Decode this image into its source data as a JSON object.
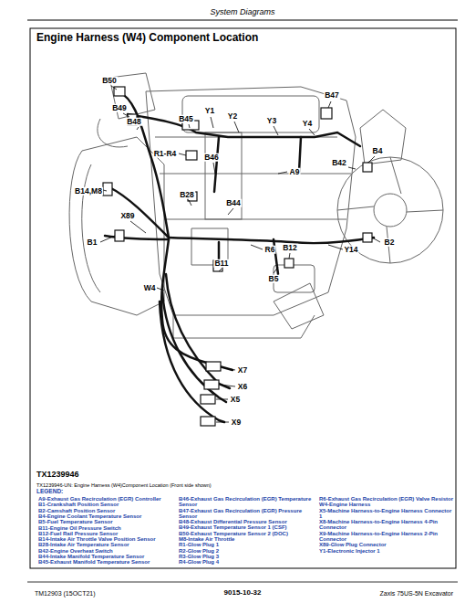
{
  "diagram": {
    "title": "Engine Harness (W4) Component Location",
    "caption": "TX1239946-UN: Engine Harness (W4)Component Location (Front side shown)",
    "labels": [
      "System Diagrams",
      "B50",
      "B49",
      "B48",
      "B45",
      "Y1",
      "Y2",
      "Y3",
      "Y4",
      "B47",
      "B4",
      "B42",
      "R1-R4",
      "B46",
      "A9",
      "B14,M8",
      "B28",
      "B44",
      "X89",
      "B1",
      "R6",
      "Y14",
      "B2",
      "B12",
      "B11",
      "B5",
      "W4",
      "X7",
      "X6",
      "X5",
      "X9",
      "TX1239946",
      "LEGEND:",
      "TM12903 (15OCT21)",
      "9015-10-32",
      "Zaxis 75US-5N Excavator"
    ],
    "legend": [
      {
        "text": "A9-Exhaust Gas Recirculation (EGR) Controller"
      },
      {
        "text": "B1-Crankshaft Position Sensor"
      },
      {
        "text": "B2-Camshaft Position Sensor"
      },
      {
        "text": "B4-Engine Coolant Temperature Sensor"
      },
      {
        "text": "B5-Fuel Temperature Sensor"
      },
      {
        "text": "B11-Engine Oil Pressure Switch"
      },
      {
        "text": "B12-Fuel Rail Pressure Sensor"
      },
      {
        "text": "B14-Intake Air Throttle Valve Position Sensor"
      },
      {
        "text": "B28-Intake Air Temperature Sensor"
      },
      {
        "text": "B42-Engine Overheat Switch"
      },
      {
        "text": "B44-Intake Manifold Temperature Sensor"
      },
      {
        "text": "B45-Exhaust Manifold Temperature Sensor"
      },
      {
        "text": "B46-Exhaust Gas Recirculation (EGR) Temperature Sensor"
      },
      {
        "text": "B47-Exhaust Gas Recirculation (EGR) Pressure Sensor"
      },
      {
        "text": "B48-Exhaust Differential Pressure Sensor"
      },
      {
        "text": "B49-Exhaust Temperature Sensor 1 (CSF)"
      },
      {
        "text": "B50-Exhaust Temperature Sensor 2 (DOC)"
      },
      {
        "text": "M8-Intake Air Throttle"
      },
      {
        "text": "R1-Glow Plug 1"
      },
      {
        "text": "R2-Glow Plug 2"
      },
      {
        "text": "R3-Glow Plug 3"
      },
      {
        "text": "R4-Glow Plug 4"
      },
      {
        "text": "R6-Exhaust Gas Recirculation (EGR) Valve Resistor"
      },
      {
        "text": "W4-Engine Harness"
      },
      {
        "text": "X5-Machine Harness-to-Engine Harness Connector 1"
      },
      {
        "text": "X8-Machine Harness-to-Engine Harness 4-Pin Connector"
      },
      {
        "text": "X9-Machine Harness-to-Engine Harness 2-Pin Connector"
      },
      {
        "text": "X89-Glow Plug Connector"
      },
      {
        "text": "Y1-Electronic Injector 1"
      }
    ]
  }
}
